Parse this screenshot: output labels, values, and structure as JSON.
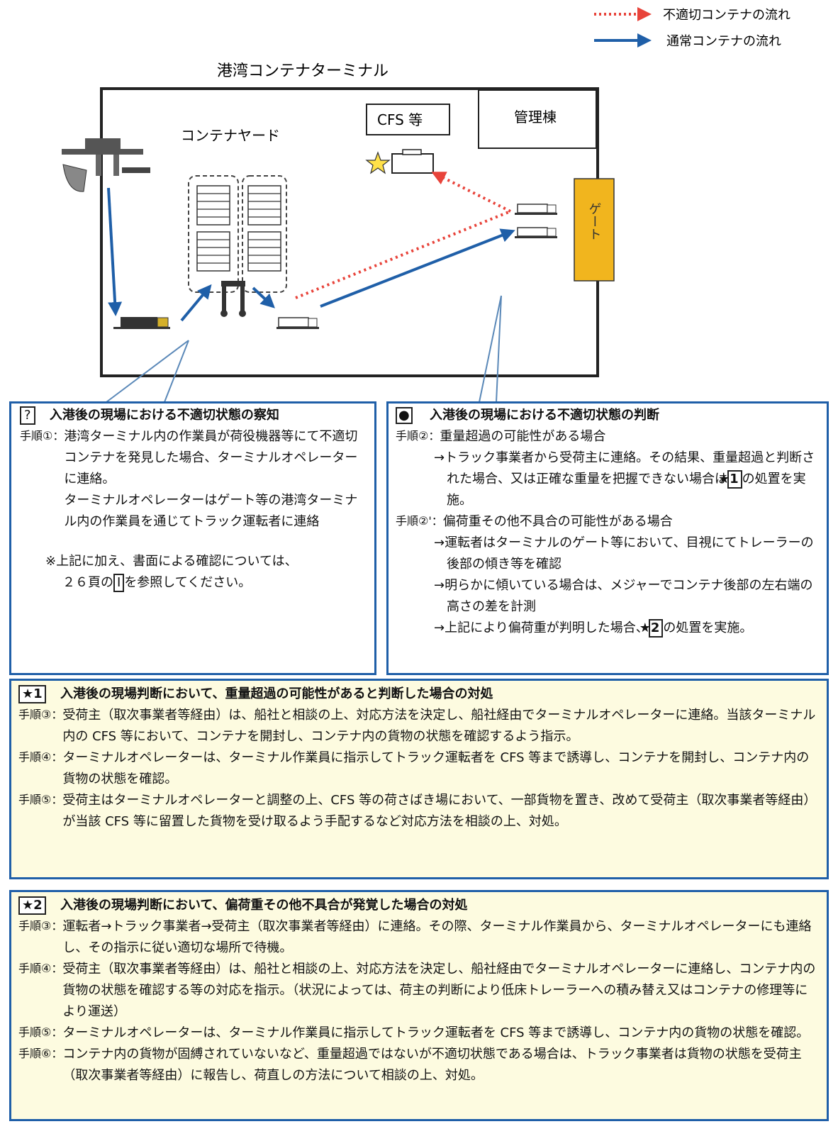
{
  "legend": {
    "improper_flow": "不適切コンテナの流れ",
    "normal_flow": "通常コンテナの流れ",
    "improper_color": "#e8433a",
    "normal_color": "#1f5fa8"
  },
  "terminal": {
    "title": "港湾コンテナターミナル",
    "yard_label": "コンテナヤード",
    "cfs_label": "CFS 等",
    "admin_label": "管理棟",
    "gate_label": "ゲート",
    "gate_color": "#f1b51e"
  },
  "detect_box": {
    "icon": "?",
    "title": "入港後の現場における不適切状態の察知",
    "step1_label": "手順①：",
    "step1_text_a": "港湾ターミナル内の作業員が荷役機器等にて不適切コンテナを発見した場合、ターミナルオペレーターに連絡。",
    "step1_text_b": "ターミナルオペレーターはゲート等の港湾ターミナル内の作業員を通じてトラック運転者に連絡",
    "note_a": "※上記に加え、書面による確認については、",
    "note_b_prefix": "２６頁の",
    "note_b_mark": "Ⅰ",
    "note_b_suffix": "を参照してください。"
  },
  "judge_box": {
    "icon": "●",
    "title": "入港後の現場における不適切状態の判断",
    "step2_label": "手順②：",
    "step2_text": "重量超過の可能性がある場合",
    "step2_arrow_prefix": "→トラック事業者から受荷主に連絡。その結果、重量超過と判断された場合、又は正確な重量を把握できない場合は",
    "step2_mark": "★1",
    "step2_arrow_suffix": "の処置を実施。",
    "step2b_label": "手順②'：",
    "step2b_text": "偏荷重その他不具合の可能性がある場合",
    "step2b_arrow1": "→運転者はターミナルのゲート等において、目視にてトレーラーの後部の傾き等を確認",
    "step2b_arrow2": "→明らかに傾いている場合は、メジャーでコンテナ後部の左右端の高さの差を計測",
    "step2b_arrow3_prefix": "→上記により偏荷重が判明した場合、",
    "step2b_mark": "★2",
    "step2b_arrow3_suffix": "の処置を実施。"
  },
  "star1_box": {
    "mark": "★1",
    "title": "入港後の現場判断において、重量超過の可能性があると判断した場合の対処",
    "steps": [
      {
        "label": "手順③：",
        "text": "受荷主（取次事業者等経由）は、船社と相談の上、対応方法を決定し、船社経由でターミナルオペレーターに連絡。当該ターミナル内の CFS 等において、コンテナを開封し、コンテナ内の貨物の状態を確認するよう指示。"
      },
      {
        "label": "手順④：",
        "text": "ターミナルオペレーターは、ターミナル作業員に指示してトラック運転者を CFS 等まで誘導し、コンテナを開封し、コンテナ内の貨物の状態を確認。"
      },
      {
        "label": "手順⑤：",
        "text": "受荷主はターミナルオペレーターと調整の上、CFS 等の荷さばき場において、一部貨物を置き、改めて受荷主（取次事業者等経由）が当該 CFS 等に留置した貨物を受け取るよう手配するなど対応方法を相談の上、対処。"
      }
    ]
  },
  "star2_box": {
    "mark": "★2",
    "title": "入港後の現場判断において、偏荷重その他不具合が発覚した場合の対処",
    "steps": [
      {
        "label": "手順③：",
        "text": "運転者→トラック事業者→受荷主（取次事業者等経由）に連絡。その際、ターミナル作業員から、ターミナルオペレーターにも連絡し、その指示に従い適切な場所で待機。"
      },
      {
        "label": "手順④：",
        "text": "受荷主（取次事業者等経由）は、船社と相談の上、対応方法を決定し、船社経由でターミナルオペレーターに連絡し、コンテナ内の貨物の状態を確認する等の対応を指示。（状況によっては、荷主の判断により低床トレーラーへの積み替え又はコンテナの修理等により運送）"
      },
      {
        "label": "手順⑤：",
        "text": "ターミナルオペレーターは、ターミナル作業員に指示してトラック運転者を CFS 等まで誘導し、コンテナ内の貨物の状態を確認。"
      },
      {
        "label": "手順⑥：",
        "text": "コンテナ内の貨物が固縛されていないなど、重量超過ではないが不適切状態である場合は、トラック事業者は貨物の状態を受荷主（取次事業者等経由）に報告し、荷直しの方法について相談の上、対処。"
      }
    ]
  }
}
